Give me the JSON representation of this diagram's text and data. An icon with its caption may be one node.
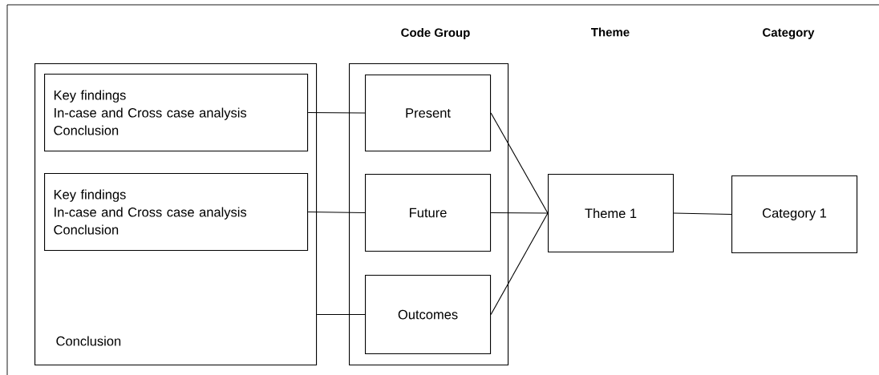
{
  "diagram": {
    "nodes": [
      {
        "text": [
          "Conclusion"
        ]
      },
      {
        "text": [
          "Key findings",
          "In-case and Cross case analysis",
          "Conclusion"
        ],
        "in": 0
      },
      {
        "text": [
          "Key findings",
          "In-case and Cross case analysis",
          "Conclusion"
        ],
        "in": 0
      },
      {
        "text": [],
        "shape": "box"
      },
      {
        "text": [
          "Present"
        ],
        "in": 3
      },
      {
        "text": [
          "Future"
        ],
        "in": 3
      },
      {
        "text": [
          "Outcomes"
        ],
        "in": 3
      },
      {
        "text": [
          "Theme 1"
        ]
      },
      {
        "text": [
          "Category 1"
        ]
      }
    ],
    "edges": [
      {
        "from": 1,
        "to": 4,
        "arrow": "none"
      },
      {
        "from": 2,
        "to": 5,
        "arrow": "none"
      },
      {
        "from": 0,
        "to": 6,
        "arrow": "none"
      },
      {
        "from": 4,
        "to": 7,
        "arrow": "none"
      },
      {
        "from": 5,
        "to": 7,
        "arrow": "none"
      },
      {
        "from": 6,
        "to": 7,
        "arrow": "none"
      },
      {
        "from": 7,
        "to": 8,
        "arrow": "none"
      }
    ],
    "labels": [
      "Code Group",
      "Theme",
      "Category"
    ]
  }
}
